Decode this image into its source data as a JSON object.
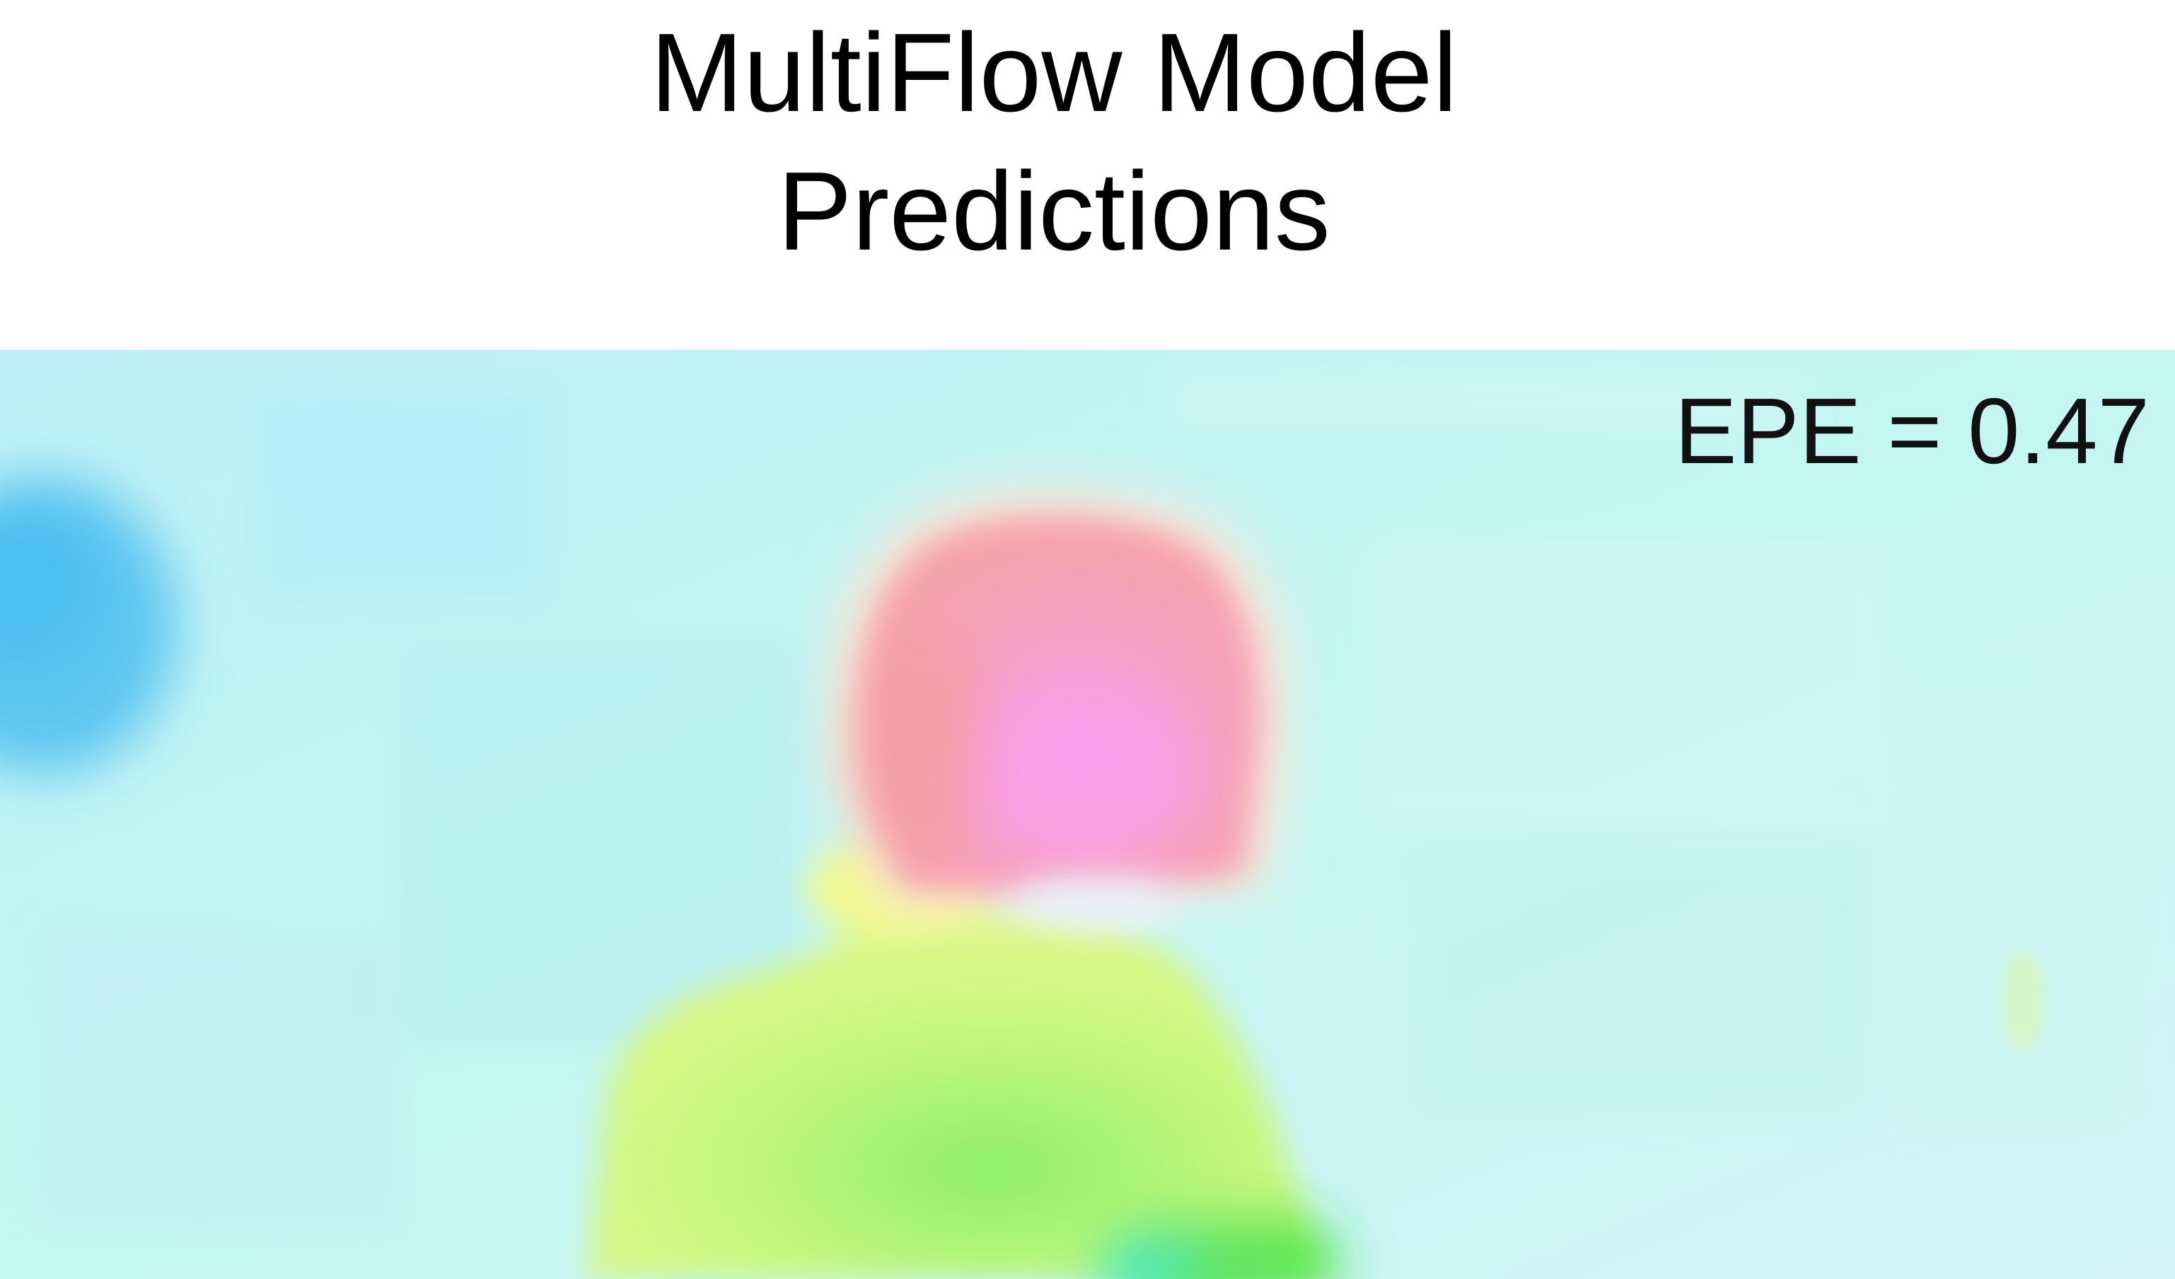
{
  "title": {
    "line1": "MultiFlow Model",
    "line2": "Predictions"
  },
  "panel": {
    "metric": "EPE = 0.47"
  },
  "colors": {
    "background_flow": "#c6f3f4",
    "head_region": "#f7a0bc",
    "body_region": "#c8f57a",
    "left_blob": "#5cc8f0",
    "text": "#000000",
    "page": "#ffffff"
  }
}
